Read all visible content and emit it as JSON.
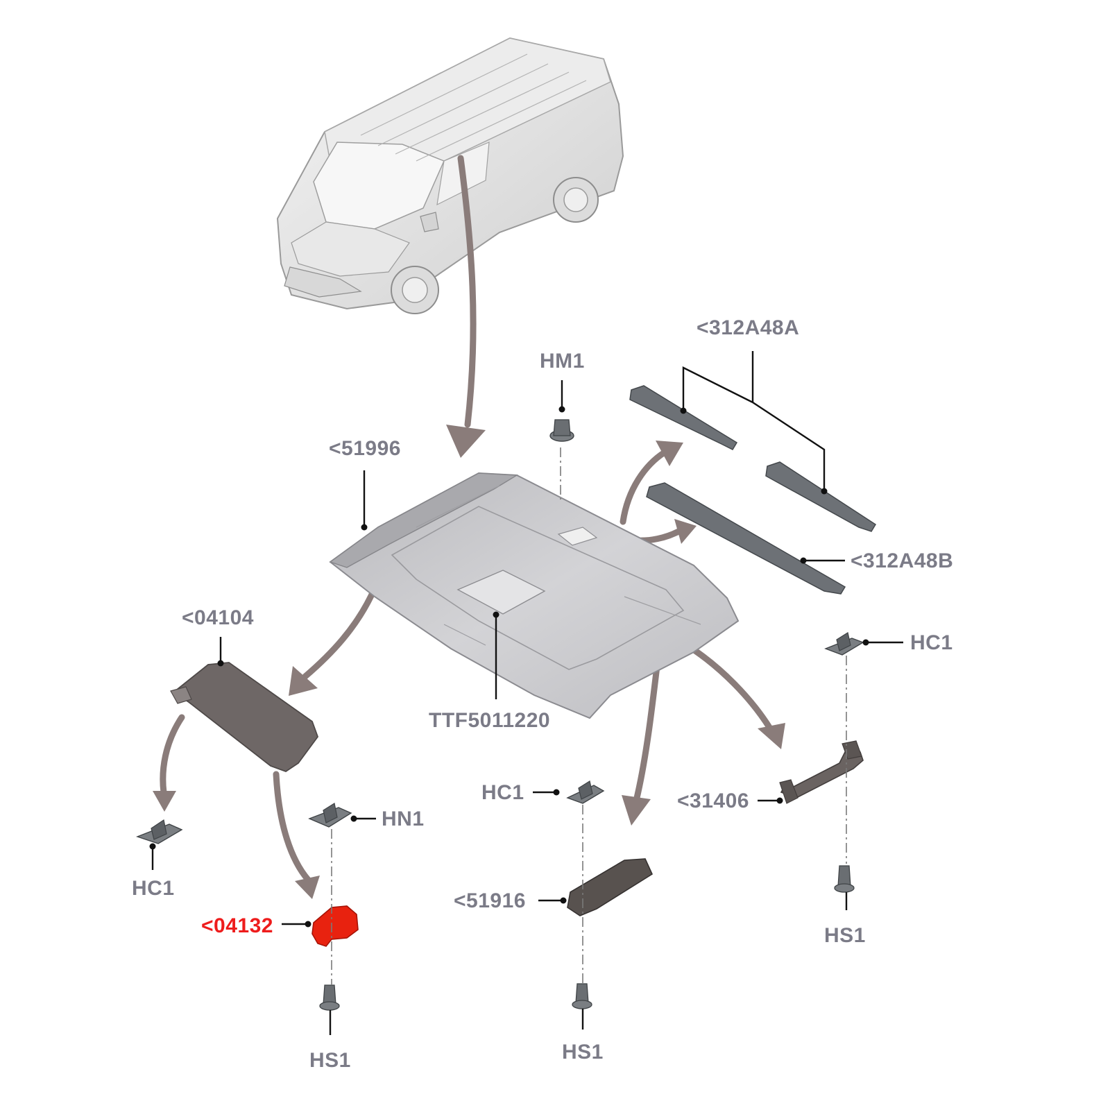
{
  "diagram": {
    "kind": "exploded parts diagram",
    "colors": {
      "label": "#7b7b87",
      "highlight": "#ee1c1c",
      "leader": "#111111",
      "flow_arrow": "#8a7c7a",
      "van_body": "#e6e6e6",
      "headliner": "#c9c9cc",
      "sun_visor": "#6e6766",
      "fastener": "#6f7478"
    },
    "labels": {
      "roof_strip_a": "<312A48A",
      "clip_top": "HM1",
      "headliner": "<51996",
      "roof_strip_b": "<312A48B",
      "sun_visor": "<04104",
      "clip_right": "HC1",
      "part_center": "TTF5011220",
      "clip_mid": "HC1",
      "grab_handle": "<31406",
      "clip_left": "HN1",
      "clip_far_left": "HC1",
      "lamp": "<51916",
      "screw_right": "HS1",
      "visor_clip": "<04132",
      "screw_left": "HS1",
      "screw_mid": "HS1"
    },
    "highlighted_part": "<04132"
  }
}
